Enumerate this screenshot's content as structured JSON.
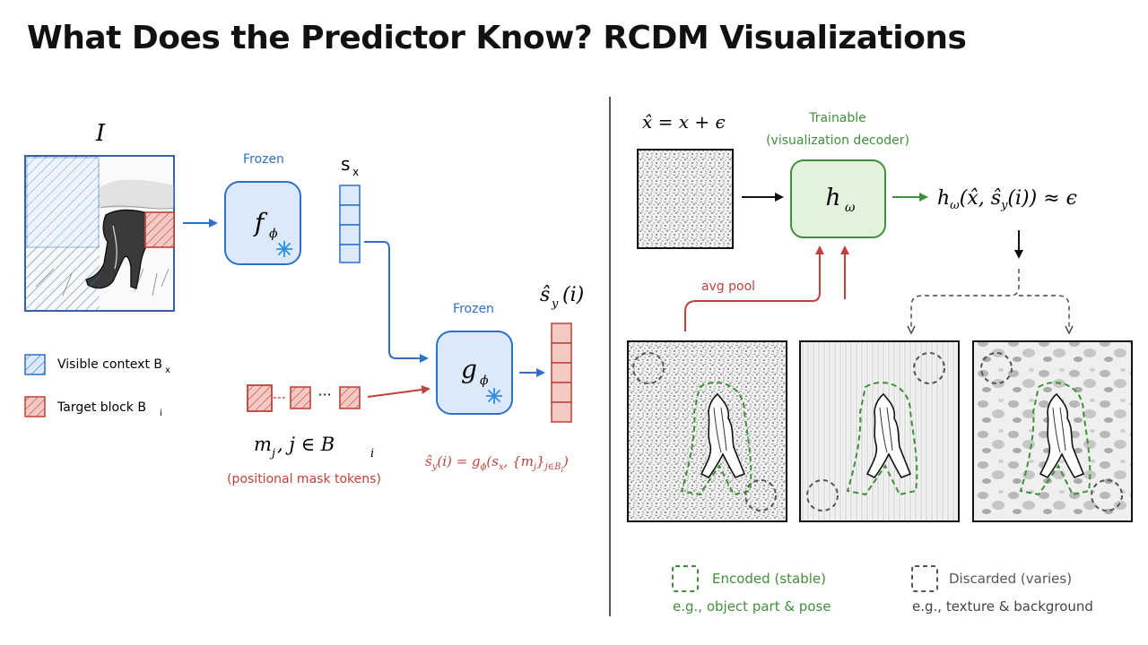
{
  "title": "What Does the Predictor Know? RCDM Visualizations",
  "left": {
    "image_label": "I",
    "frozen_label_1": "Frozen",
    "encoder_symbol": "f",
    "encoder_sub": "ϕ",
    "context_embed": "s",
    "context_embed_sub": "x",
    "frozen_label_2": "Frozen",
    "predictor_symbol": "g",
    "predictor_sub": "ϕ",
    "predicted_embed": "ŝ",
    "predicted_embed_sub": "y",
    "predicted_embed_arg": "(i)",
    "dots": "···",
    "mask_tokens_math": "m",
    "mask_tokens_sub": "j",
    "mask_tokens_rest": ",  j ∈ B",
    "mask_tokens_rest_sub": "i",
    "mask_tokens_caption": "(positional mask tokens)",
    "predictor_formula_a": "ŝ",
    "predictor_formula_b": "y",
    "predictor_formula_c": "(i) = g",
    "predictor_formula_d": "ϕ",
    "predictor_formula_e": "(s",
    "predictor_formula_f": "x",
    "predictor_formula_g": ", {m",
    "predictor_formula_h": "j",
    "predictor_formula_i": "}",
    "predictor_formula_j": "j∈B",
    "predictor_formula_k": "i",
    "predictor_formula_l": ")",
    "legend": [
      {
        "label": "Visible context B",
        "sub": "x",
        "color": "#2f6fc7"
      },
      {
        "label": "Target block B",
        "sub": "i",
        "color": "#c0403a"
      }
    ]
  },
  "right": {
    "noisy_input": "x̂ = x + ϵ",
    "trainable_label": "Trainable",
    "trainable_caption": "(visualization decoder)",
    "decoder_symbol": "h",
    "decoder_sub": "ω",
    "decoder_output_a": "h",
    "decoder_output_b": "ω",
    "decoder_output_c": "(x̂, ŝ",
    "decoder_output_d": "y",
    "decoder_output_e": "(i)) ≈ ϵ",
    "avg_pool": "avg pool",
    "legend": [
      {
        "label": "Encoded (stable)",
        "example": "e.g., object part & pose",
        "color": "#3f8f3a"
      },
      {
        "label": "Discarded (varies)",
        "example": "e.g., texture & background",
        "color": "#555555"
      }
    ]
  },
  "colors": {
    "blue": "#2f6fc7",
    "blue_fill": "#dbe9fb",
    "red": "#c0403a",
    "red_fill": "#f3c9c4",
    "green": "#3f8f3a",
    "green_fill": "#e3f2dc",
    "gray": "#555555"
  }
}
